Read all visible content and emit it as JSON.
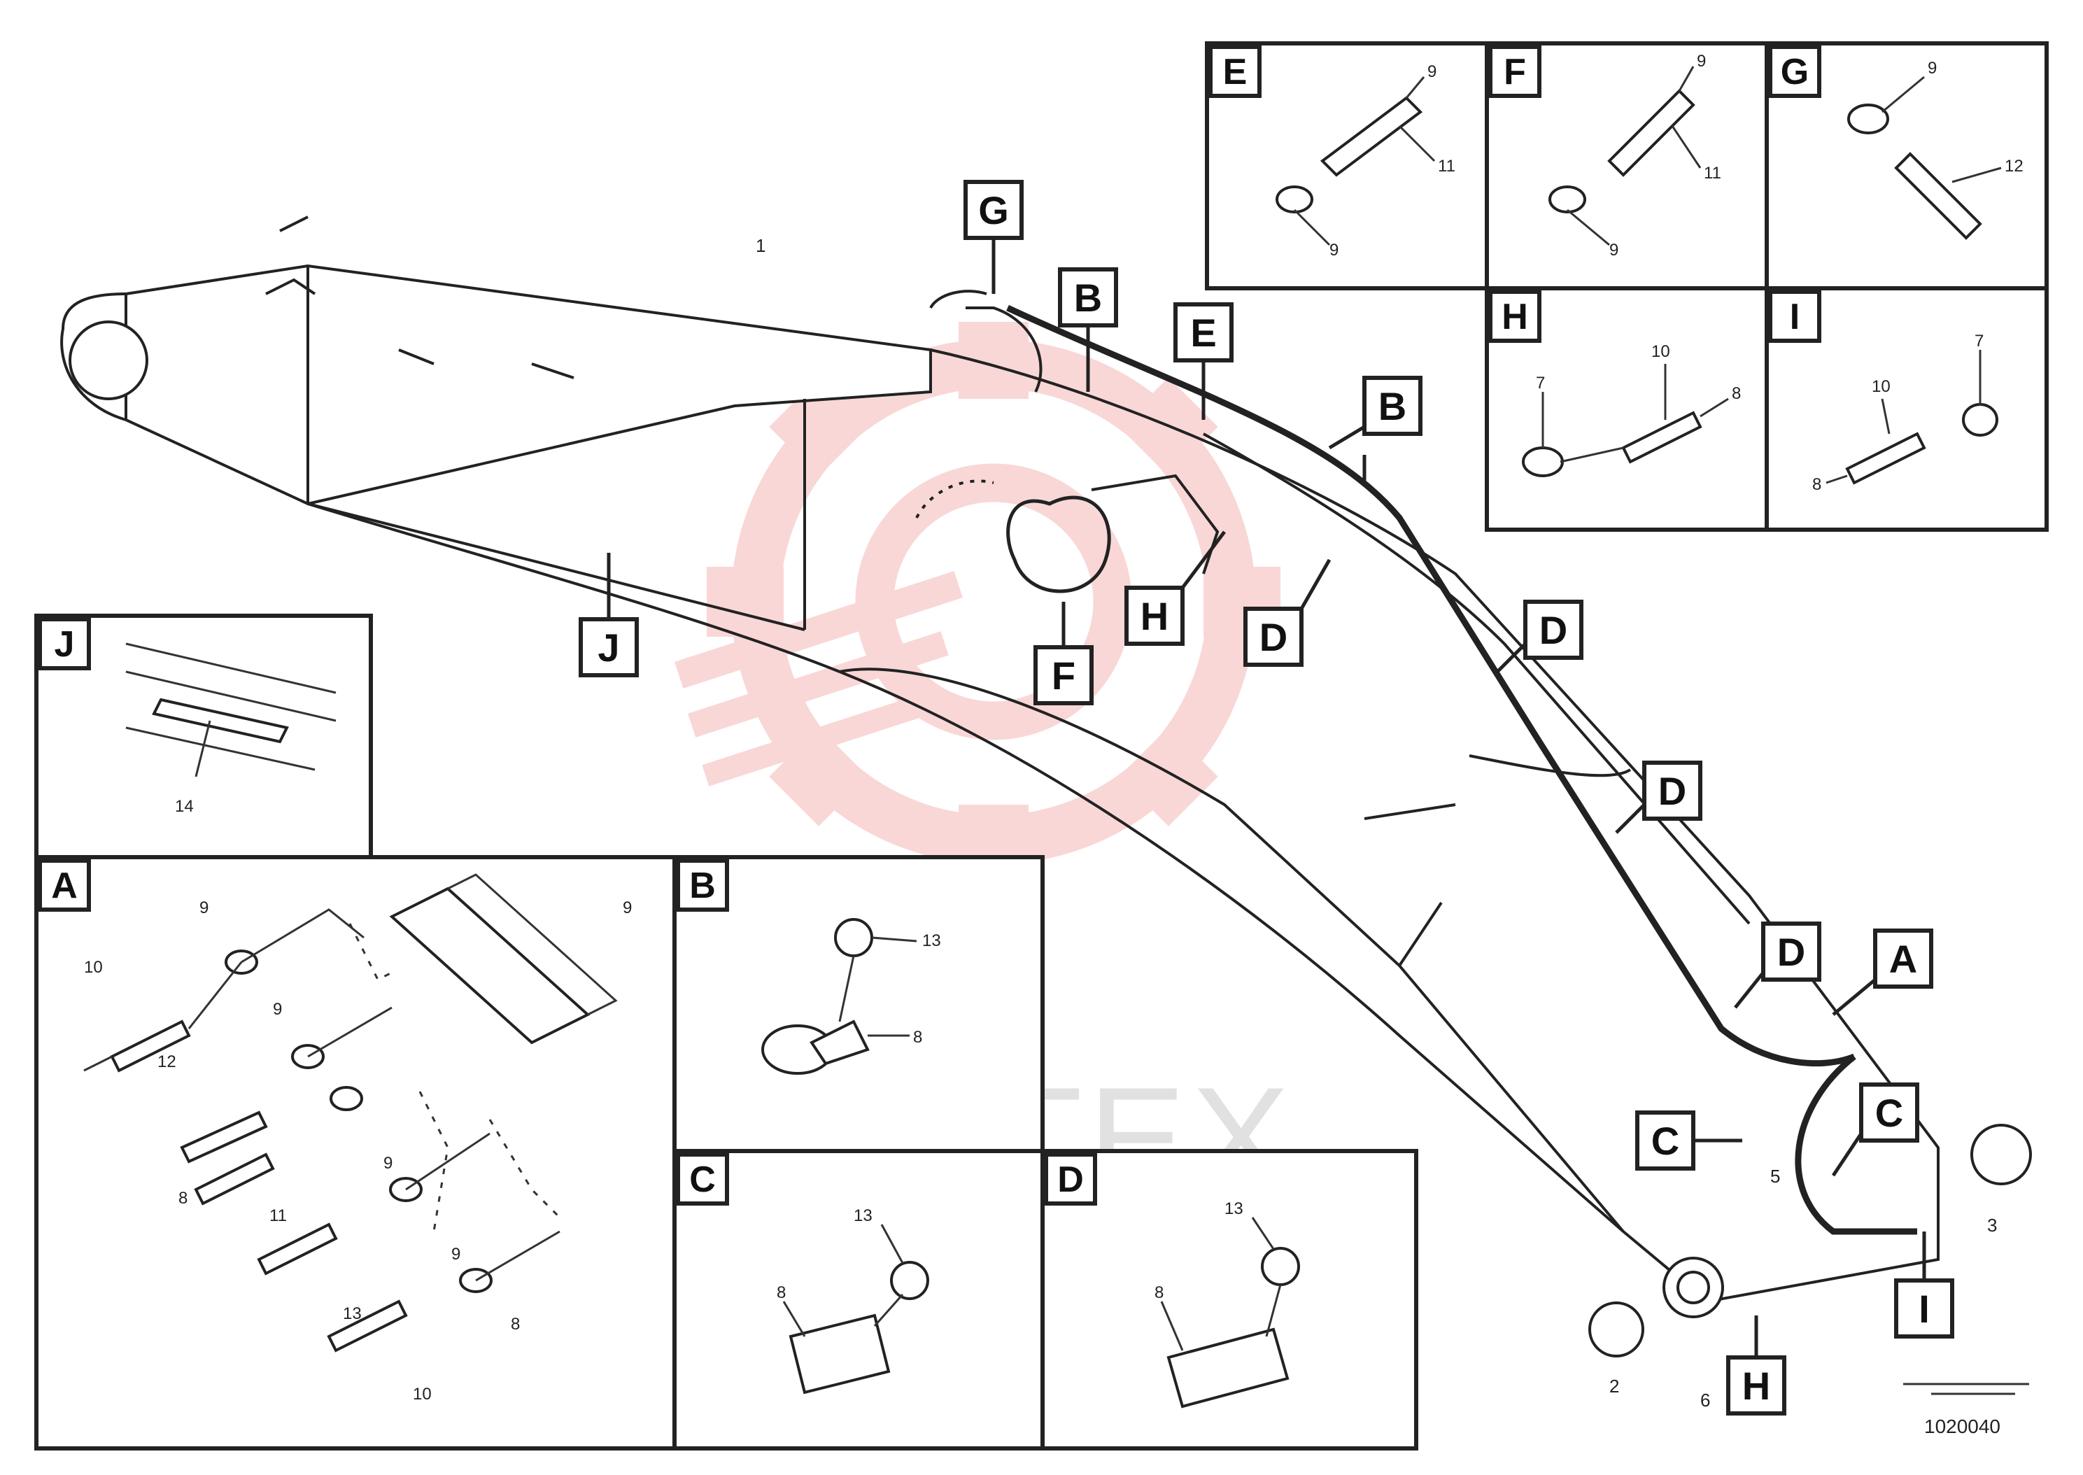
{
  "watermark": {
    "text": "ИНТЕХ",
    "color": "#f4b6b6",
    "text_color": "#c8c8c8"
  },
  "callouts": [
    "G",
    "B",
    "E",
    "B",
    "H",
    "D",
    "F",
    "J",
    "D",
    "D",
    "D",
    "A",
    "C",
    "C",
    "I",
    "H"
  ],
  "detail_panels": [
    {
      "letter": "E",
      "numbers": [
        "9",
        "11",
        "9"
      ]
    },
    {
      "letter": "F",
      "numbers": [
        "9",
        "11",
        "9"
      ]
    },
    {
      "letter": "G",
      "numbers": [
        "9",
        "12"
      ]
    },
    {
      "letter": "H",
      "numbers": [
        "10",
        "7",
        "8"
      ]
    },
    {
      "letter": "I",
      "numbers": [
        "7",
        "10",
        "8"
      ]
    },
    {
      "letter": "J",
      "numbers": [
        "14"
      ]
    },
    {
      "letter": "A",
      "numbers": [
        "9",
        "10",
        "9",
        "12",
        "8",
        "11",
        "9",
        "13",
        "9",
        "10",
        "8",
        "9"
      ]
    },
    {
      "letter": "B",
      "numbers": [
        "13",
        "8"
      ]
    },
    {
      "letter": "C",
      "numbers": [
        "13",
        "8"
      ]
    },
    {
      "letter": "D",
      "numbers": [
        "13",
        "8"
      ]
    }
  ],
  "main_numbers": [
    "1",
    "3",
    "2",
    "6",
    "5"
  ],
  "drawing_code": "1020040"
}
